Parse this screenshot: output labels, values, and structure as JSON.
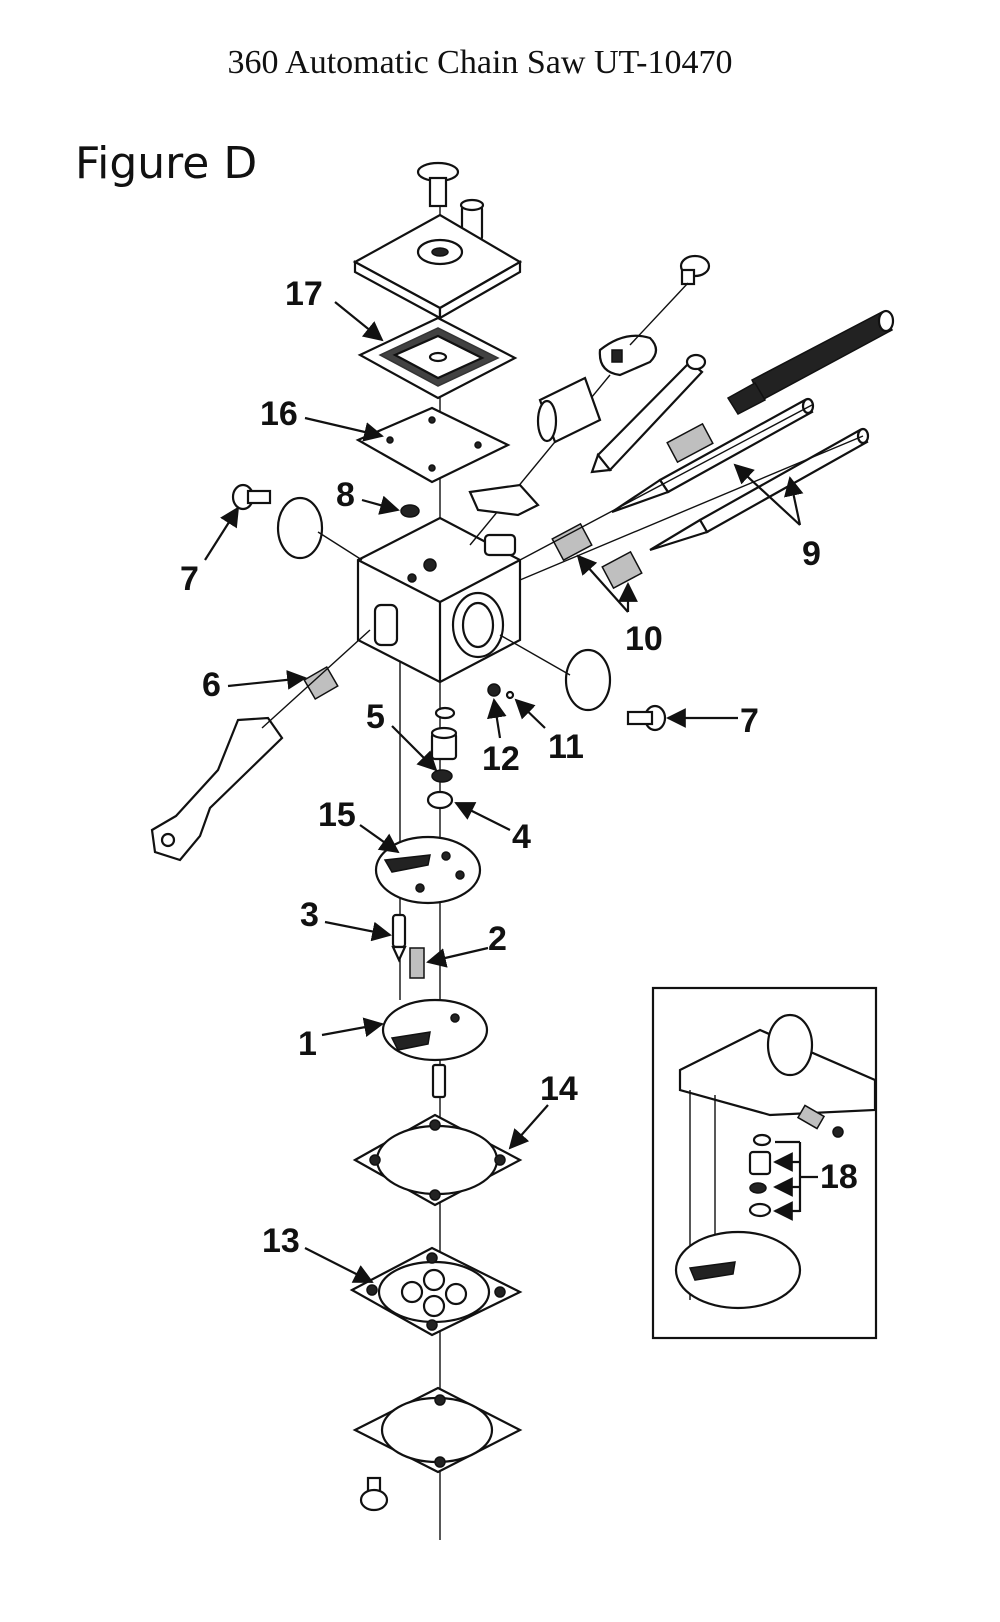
{
  "header": {
    "title": "360 Automatic Chain Saw UT-10470",
    "figure_label": "Figure D"
  },
  "callouts": {
    "c1": "1",
    "c2": "2",
    "c3": "3",
    "c4": "4",
    "c5": "5",
    "c6": "6",
    "c7a": "7",
    "c7b": "7",
    "c8": "8",
    "c9": "9",
    "c10": "10",
    "c11": "11",
    "c12": "12",
    "c13": "13",
    "c14": "14",
    "c15": "15",
    "c16": "16",
    "c17": "17",
    "c18": "18"
  }
}
